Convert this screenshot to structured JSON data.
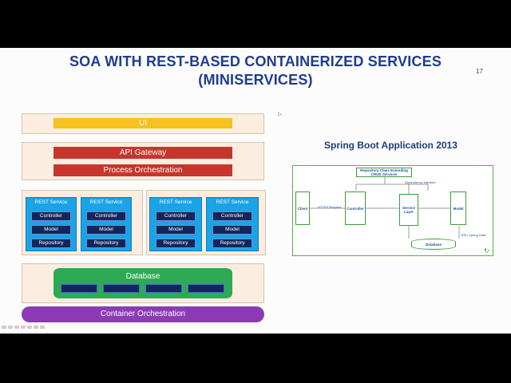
{
  "slide": {
    "title_line1": "SOA WITH REST-BASED CONTAINERIZED SERVICES",
    "title_line2": "(MINISERVICES)",
    "page_number": "17"
  },
  "architecture": {
    "ui_label": "UI",
    "gateway_label": "API Gateway",
    "process_label": "Process Orchestration",
    "services": [
      {
        "title": "REST Service",
        "controller": "Controller",
        "model": "Model",
        "repository": "Repository"
      },
      {
        "title": "REST Service",
        "controller": "Controller",
        "model": "Model",
        "repository": "Repository"
      },
      {
        "title": "REST Service",
        "controller": "Controller",
        "model": "Model",
        "repository": "Repository"
      },
      {
        "title": "REST Service",
        "controller": "Controller",
        "model": "Model",
        "repository": "Repository"
      }
    ],
    "database_label": "Database",
    "container_label": "Container Orchestration",
    "colors": {
      "ui": "#f6c11e",
      "gateway": "#c7352c",
      "service": "#1aa3e6",
      "database": "#2eaa55",
      "orchestration": "#8c3bb5"
    }
  },
  "spring": {
    "title": "Spring Boot Application 2013",
    "repository": "Repository Class Extending CRUD Services",
    "dependency": "Dependency Injection",
    "client": "Client",
    "https": "HTTPS Request",
    "controller": "Controller",
    "service_layer": "Service Layer",
    "model": "Model",
    "jpa": "JPA / Spring Data",
    "database": "Database",
    "icon": "refresh-icon"
  }
}
